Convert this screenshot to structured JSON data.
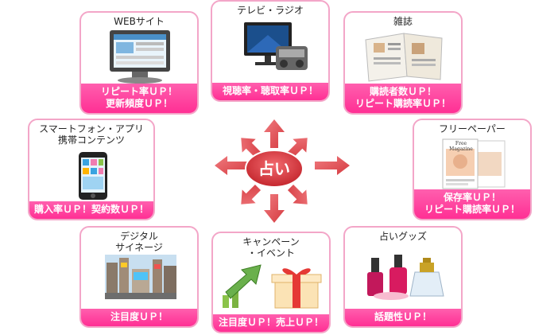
{
  "center": {
    "label": "占い"
  },
  "cards": {
    "web": {
      "title": "WEBサイト",
      "band": "リピート率ＵＰ！\n更新頻度ＵＰ！"
    },
    "tv": {
      "title": "テレビ・ラジオ",
      "band": "視聴率・聴取率ＵＰ！"
    },
    "magazine": {
      "title": "雑誌",
      "band": "購読者数ＵＰ！\nリピート購読率ＵＰ！"
    },
    "mobile": {
      "title": "スマートフォン・アプリ\n携帯コンテンツ",
      "band": "購入率ＵＰ！契約数ＵＰ！"
    },
    "freepaper": {
      "title": "フリーペーパー",
      "band": "保存率ＵＰ！\nリピート購読率ＵＰ！",
      "cover_text": "Free Magazine"
    },
    "signage": {
      "title": "デジタル\nサイネージ",
      "band": "注目度ＵＰ！"
    },
    "campaign": {
      "title": "キャンペーン\n・イベント",
      "band": "注目度ＵＰ！売上ＵＰ！"
    },
    "goods": {
      "title": "占いグッズ",
      "band": "話題性ＵＰ！"
    }
  },
  "colors": {
    "border": "#f3a6c8",
    "band": "#ff3f9c",
    "arrow": "#d9383f"
  },
  "icons": [
    "monitor-icon",
    "tv-radio-icon",
    "magazine-icon",
    "smartphone-icon",
    "free-paper-icon",
    "city-signage-icon",
    "growth-arrow-icon",
    "gift-box-icon",
    "perfume-nail-icon"
  ]
}
